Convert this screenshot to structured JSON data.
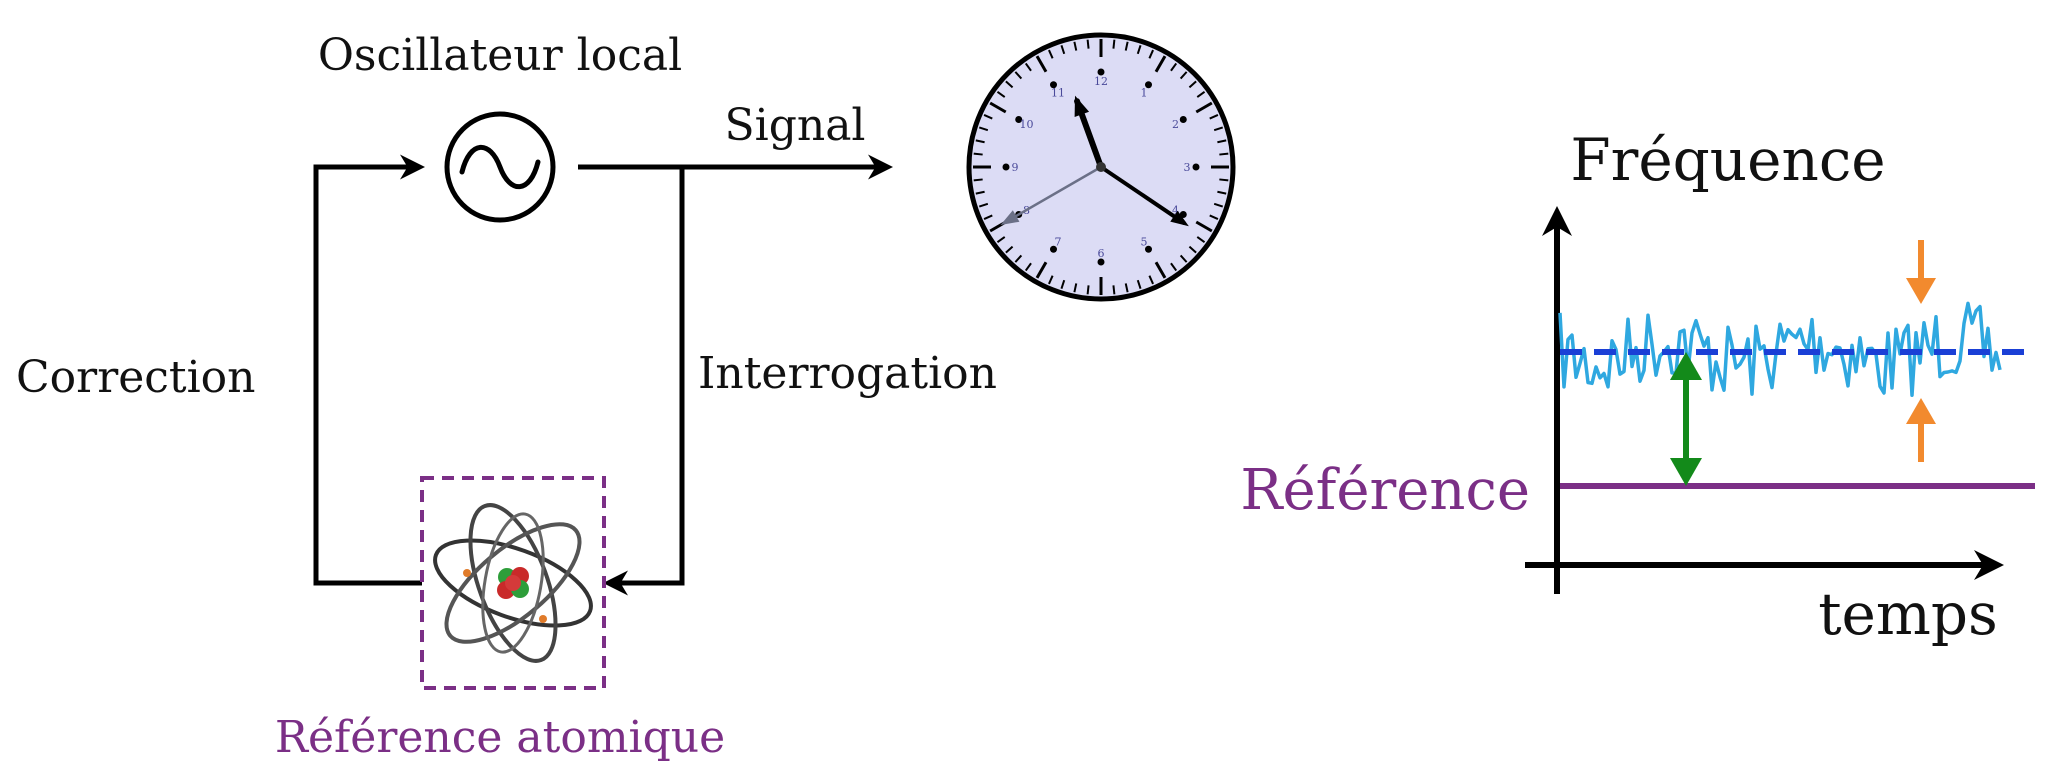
{
  "labels": {
    "oscillator": "Oscillateur local",
    "signal": "Signal",
    "correction": "Correction",
    "interrogation": "Interrogation",
    "atomic_reference": "Référence atomique",
    "frequency_axis": "Fréquence",
    "time_axis": "temps",
    "reference_line": "Référence"
  },
  "clock": {
    "numerals": [
      "12",
      "1",
      "2",
      "3",
      "4",
      "5",
      "6",
      "7",
      "8",
      "9",
      "10",
      "11"
    ],
    "hour": 11,
    "minute": 20,
    "second": 40
  },
  "colors": {
    "loop": "#000000",
    "atomic_box": "#7b2f86",
    "atomic_text": "#7b2f86",
    "clock_face": "#dcdcf5",
    "clock_numerals": "#4a4a9a",
    "signal_trace": "#2fa8e0",
    "mean_line": "#1a3fd6",
    "reference_line": "#7b2f86",
    "offset_arrow": "#138a1a",
    "spread_arrows": "#f28a2e"
  }
}
